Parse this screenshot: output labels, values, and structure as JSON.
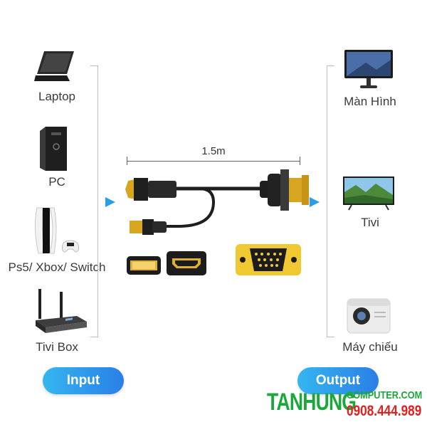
{
  "inputs": {
    "laptop": "Laptop",
    "pc": "PC",
    "console": "Ps5/ Xbox/ Switch",
    "tvbox": "Tivi Box"
  },
  "outputs": {
    "monitor": "Màn Hình",
    "tv": "Tivi",
    "projector": "Máy chiếu"
  },
  "cable": {
    "length": "1.5m"
  },
  "buttons": {
    "input": "Input",
    "output": "Output"
  },
  "watermark": {
    "brand": "TANHUNG",
    "site": "COMPUTER.COM",
    "phone": "0908.444.989"
  },
  "colors": {
    "accent": "#2a8ce8",
    "arrow": "#2a9de8",
    "brand_green": "#1aa83a",
    "brand_red": "#e02020"
  }
}
